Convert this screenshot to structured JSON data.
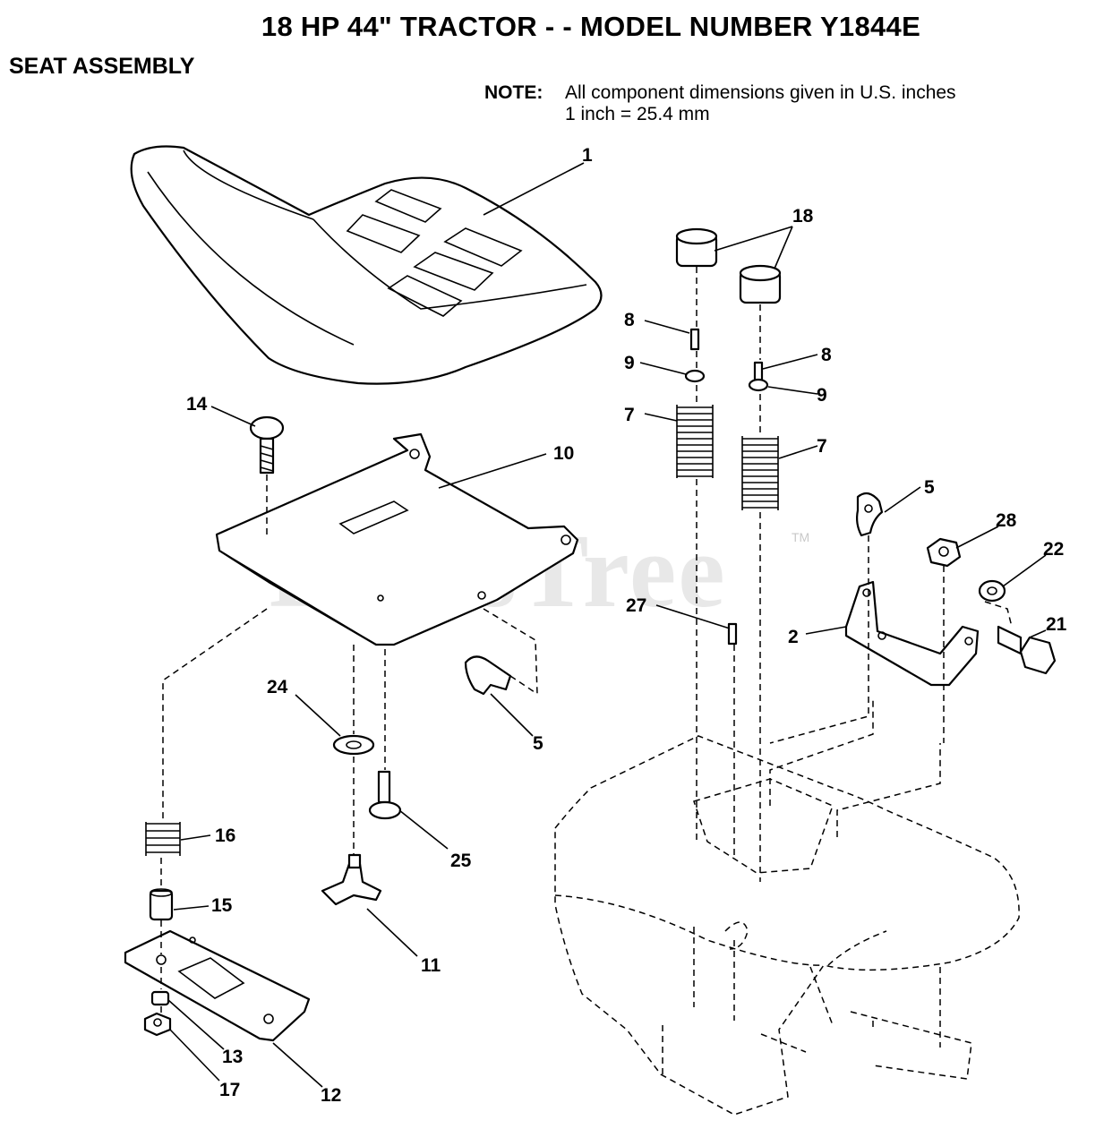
{
  "header": {
    "title": "18 HP 44\" TRACTOR - - MODEL NUMBER Y1844E",
    "section": "SEAT ASSEMBLY"
  },
  "note": {
    "label": "NOTE:",
    "line1": "All component dimensions given in U.S. inches",
    "line2": "1 inch = 25.4 mm"
  },
  "watermark": {
    "text": "PartsTree",
    "tm": "TM"
  },
  "callouts": [
    "1",
    "18",
    "8",
    "9",
    "7",
    "8",
    "9",
    "7",
    "14",
    "10",
    "5",
    "28",
    "22",
    "2",
    "21",
    "27",
    "24",
    "5",
    "25",
    "16",
    "15",
    "11",
    "13",
    "17",
    "12"
  ]
}
